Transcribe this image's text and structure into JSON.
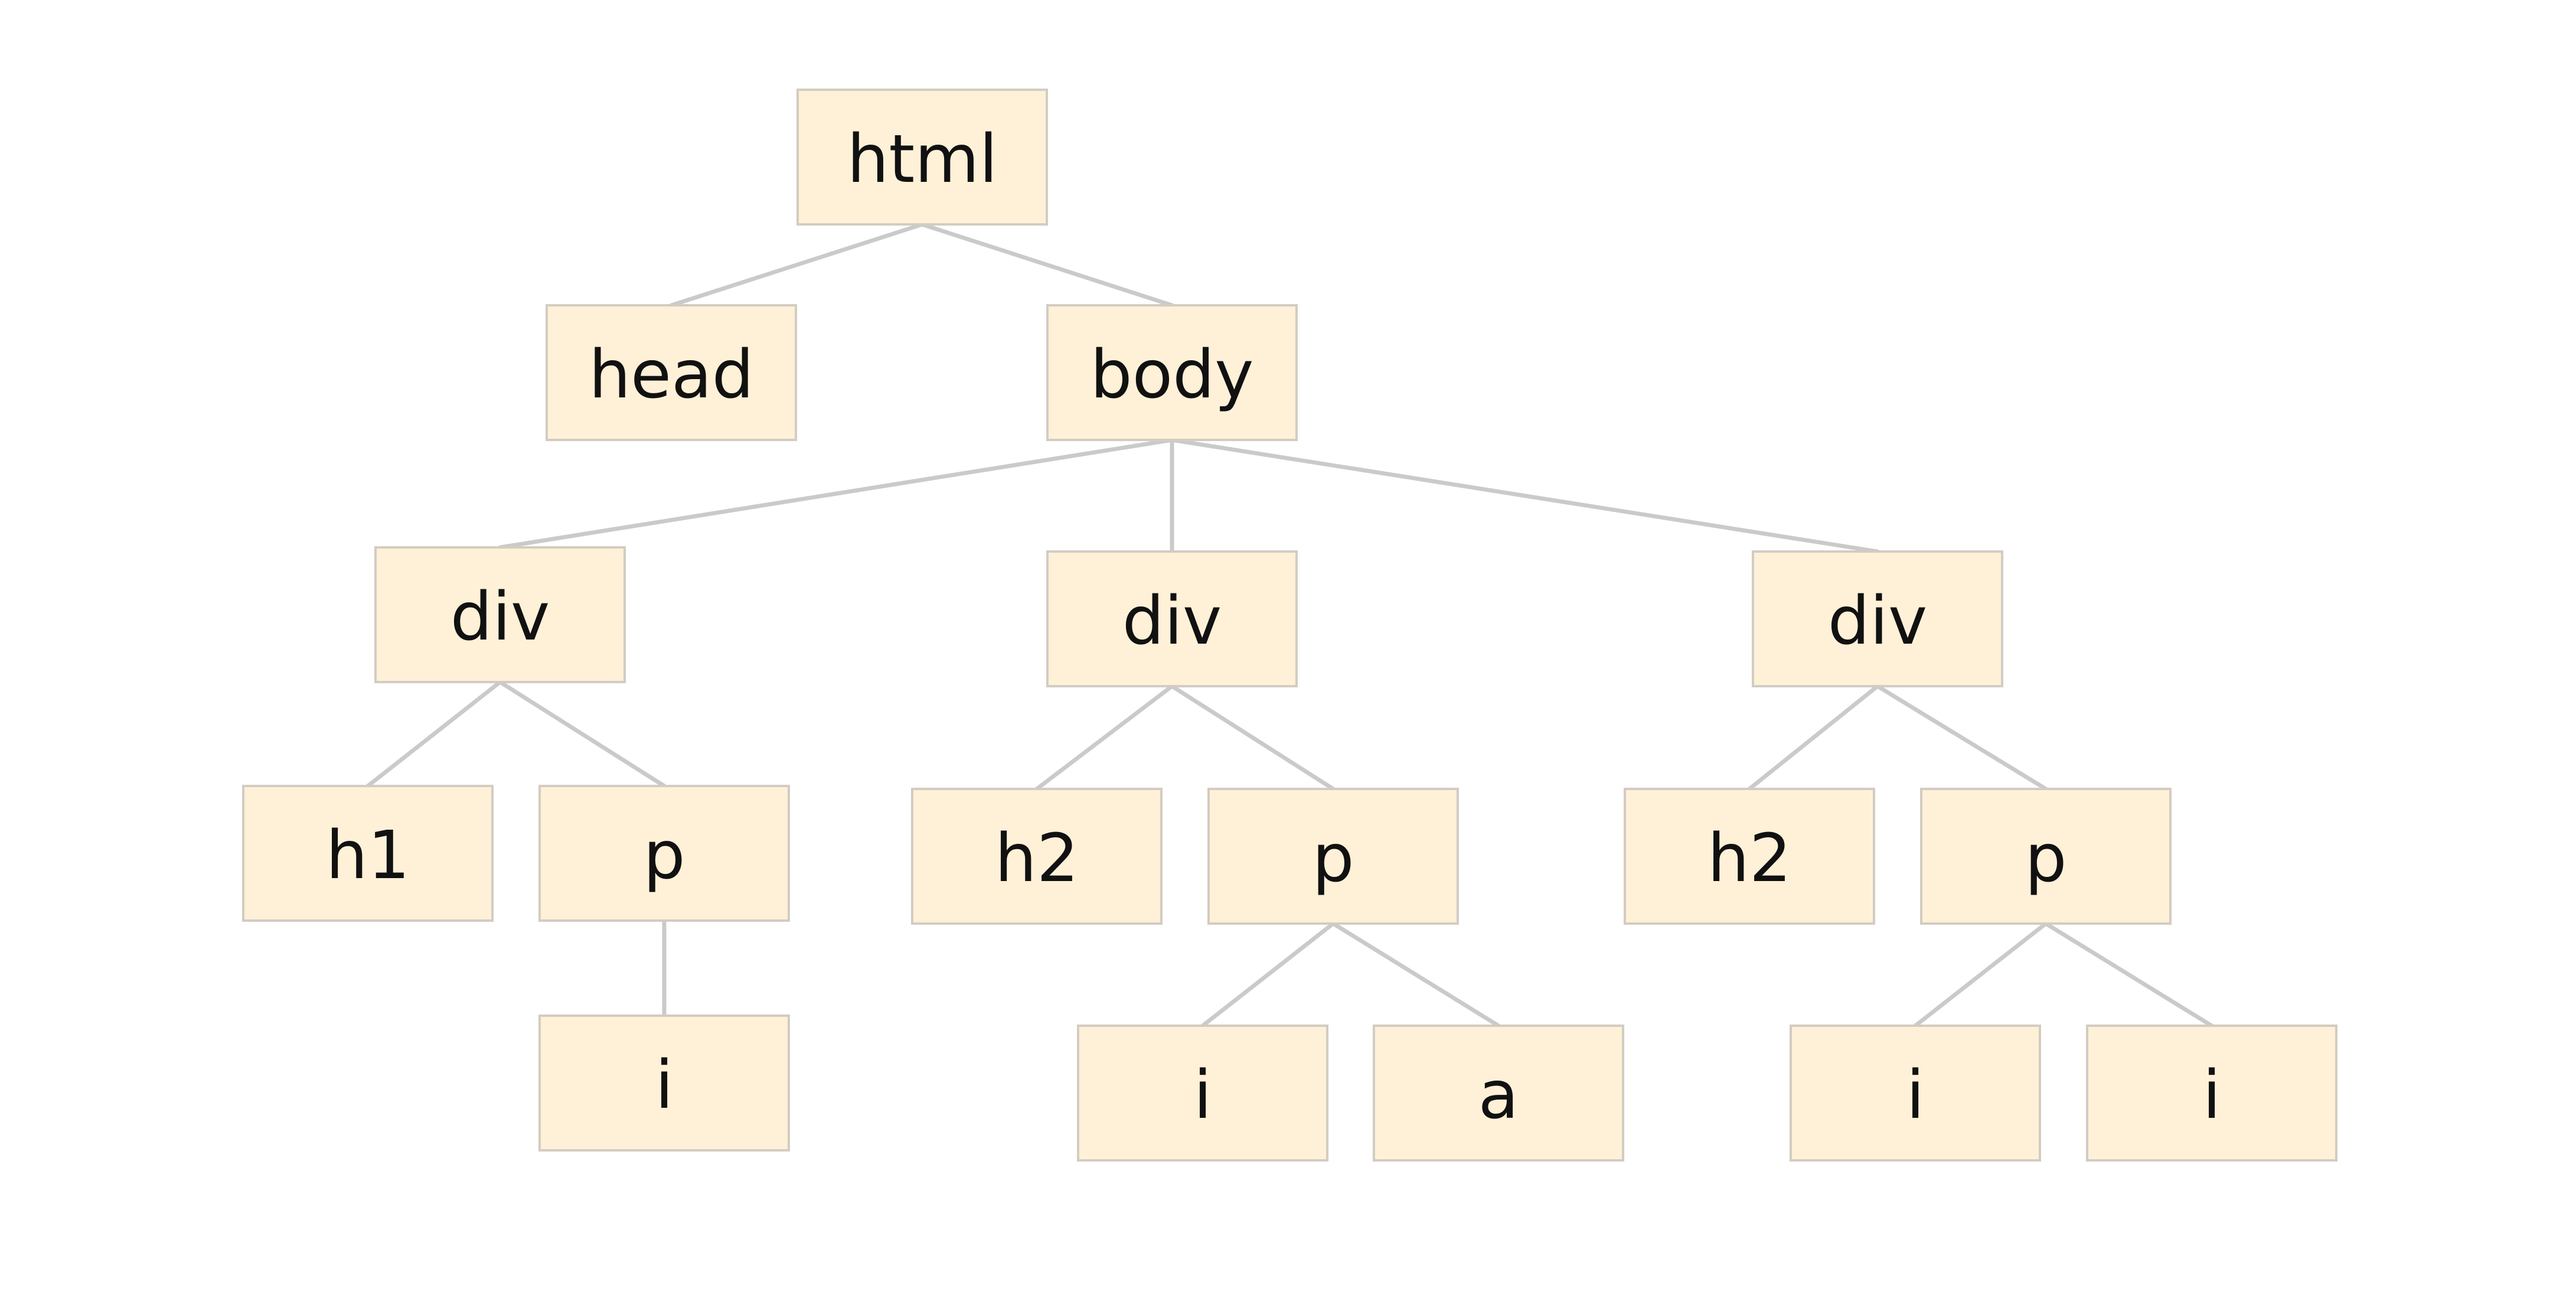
{
  "tree": {
    "nodes": [
      {
        "id": "html",
        "label": "html"
      },
      {
        "id": "head",
        "label": "head"
      },
      {
        "id": "body",
        "label": "body"
      },
      {
        "id": "div1",
        "label": "div"
      },
      {
        "id": "div2",
        "label": "div"
      },
      {
        "id": "div3",
        "label": "div"
      },
      {
        "id": "h1",
        "label": "h1"
      },
      {
        "id": "p1",
        "label": "p"
      },
      {
        "id": "i1",
        "label": "i"
      },
      {
        "id": "h2a",
        "label": "h2"
      },
      {
        "id": "p2",
        "label": "p"
      },
      {
        "id": "i2",
        "label": "i"
      },
      {
        "id": "a1",
        "label": "a"
      },
      {
        "id": "h2b",
        "label": "h2"
      },
      {
        "id": "p3",
        "label": "p"
      },
      {
        "id": "i3",
        "label": "i"
      },
      {
        "id": "i4",
        "label": "i"
      }
    ],
    "edges": [
      [
        "html",
        "head"
      ],
      [
        "html",
        "body"
      ],
      [
        "body",
        "div1"
      ],
      [
        "body",
        "div2"
      ],
      [
        "body",
        "div3"
      ],
      [
        "div1",
        "h1"
      ],
      [
        "div1",
        "p1"
      ],
      [
        "p1",
        "i1"
      ],
      [
        "div2",
        "h2a"
      ],
      [
        "div2",
        "p2"
      ],
      [
        "p2",
        "i2"
      ],
      [
        "p2",
        "a1"
      ],
      [
        "div3",
        "h2b"
      ],
      [
        "div3",
        "p3"
      ],
      [
        "p3",
        "i3"
      ],
      [
        "p3",
        "i4"
      ]
    ],
    "colors": {
      "node_fill": "#fff1d8",
      "node_border": "#d2ccc2",
      "edge": "#cacaca",
      "text": "#111111"
    }
  }
}
